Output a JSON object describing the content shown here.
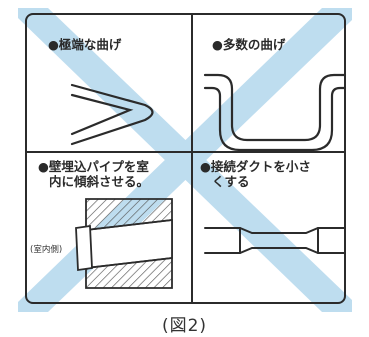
{
  "panels": [
    {
      "title": "●極端な曲げ"
    },
    {
      "title": "●多数の曲げ"
    },
    {
      "title_lines": [
        "●壁埋込パイプを室",
        "内に傾斜させる。"
      ],
      "side_label": "(室内側)"
    },
    {
      "title_lines": [
        "●接続ダクトを小さ",
        "くする"
      ]
    }
  ],
  "caption": "(図2)",
  "colors": {
    "cross": "#a9d2ea",
    "line": "#2b2b2b",
    "hatch": "#555555"
  }
}
